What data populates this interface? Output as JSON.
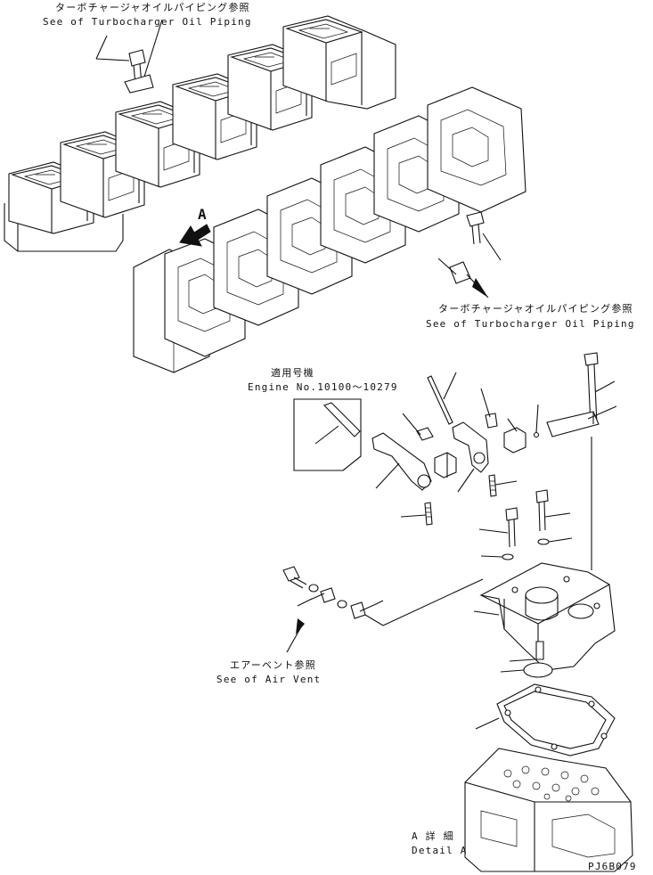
{
  "labels": {
    "top_ref_jp": "ターボチャージャオイルパイピング参照",
    "top_ref_en": "See of Turbocharger Oil Piping",
    "arrow_a": "A",
    "right_ref_jp": "ターボチャージャオイルパイピング参照",
    "right_ref_en": "See of Turbocharger Oil Piping",
    "engine_jp": "適用号機",
    "engine_en": "Engine No.10100～10279",
    "air_vent_jp": "エアーベント参照",
    "air_vent_en": "See of Air Vent",
    "detail_jp": "A 詳 細",
    "detail_en": "Detail A",
    "drawing_code": "PJ6B079"
  }
}
